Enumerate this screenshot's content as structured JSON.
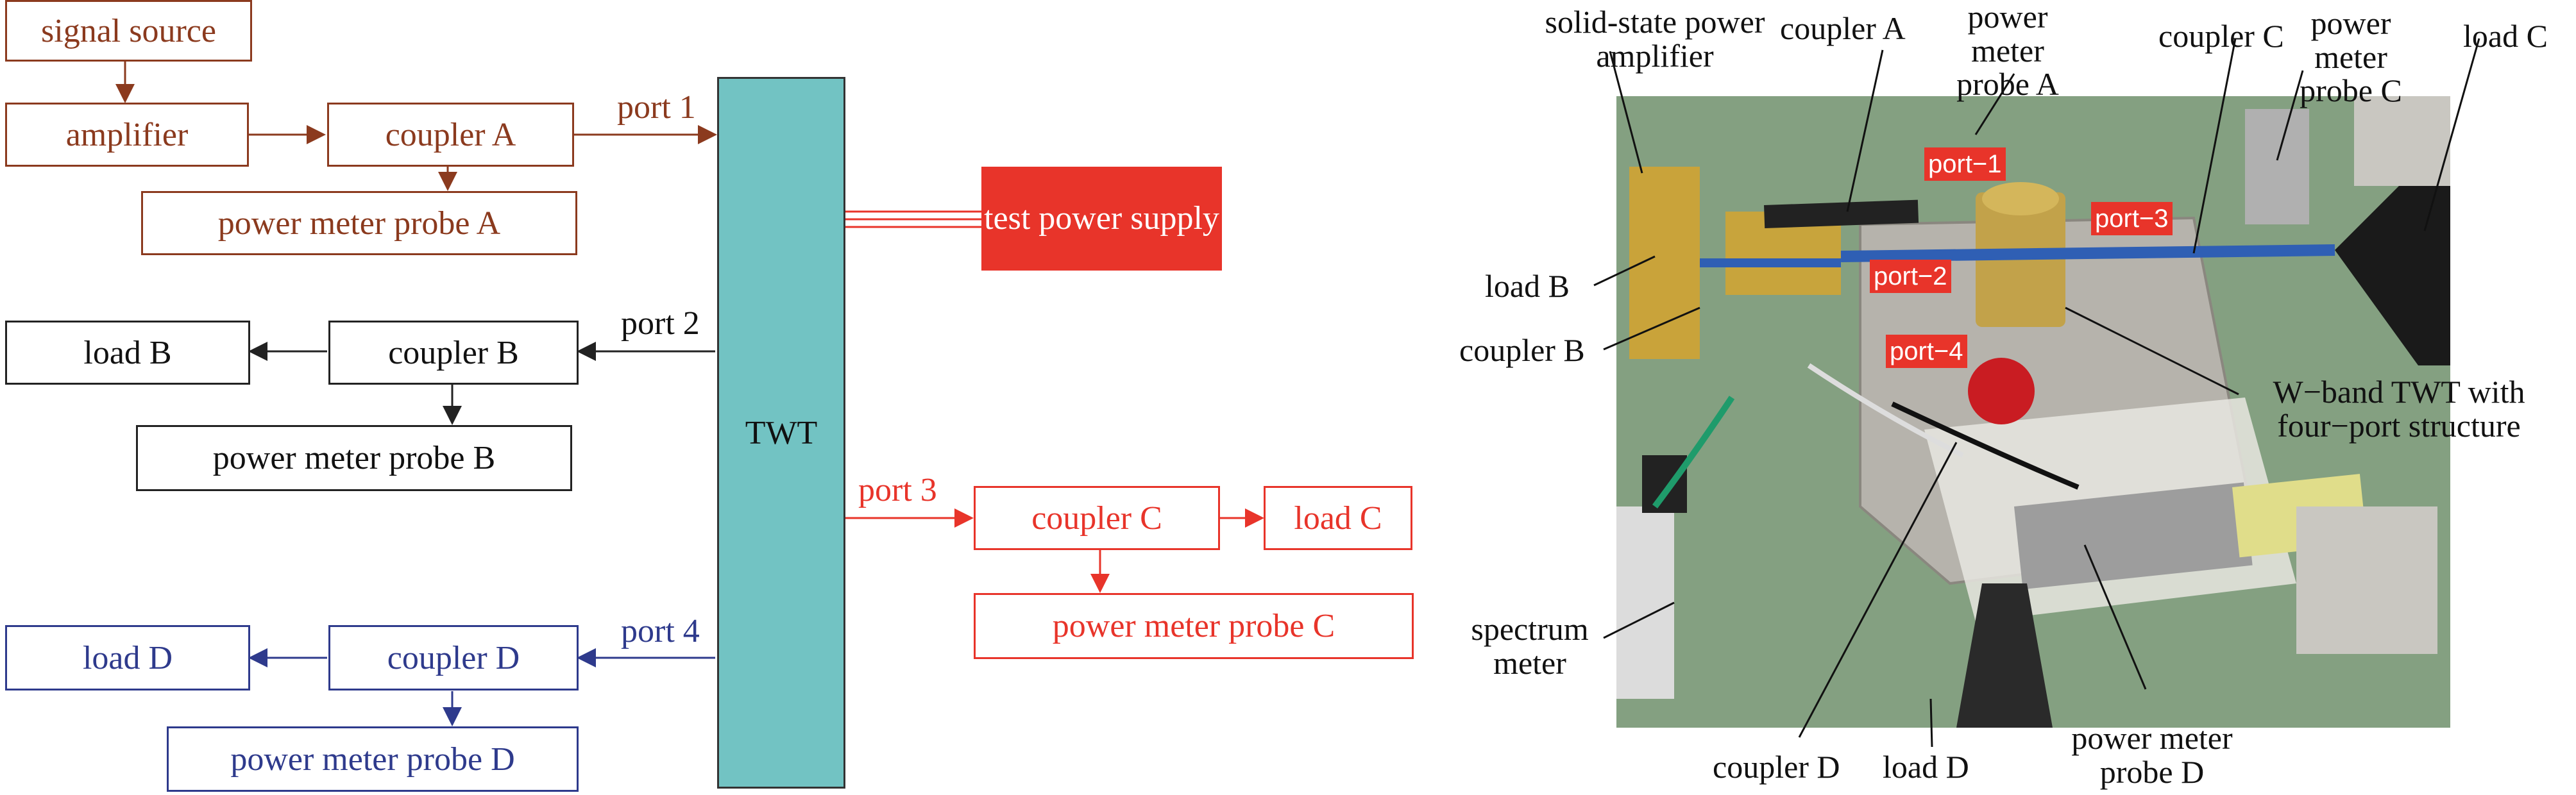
{
  "block_diagram": {
    "signal_source": "signal source",
    "amplifier": "amplifier",
    "coupler_a": "coupler A",
    "probe_a": "power meter probe A",
    "port1": "port 1",
    "twt": "TWT",
    "test_power_supply": "test power supply",
    "port2": "port 2",
    "load_b": "load B",
    "coupler_b": "coupler B",
    "probe_b": "power meter probe B",
    "port3": "port 3",
    "coupler_c": "coupler C",
    "load_c": "load C",
    "probe_c": "power meter probe C",
    "port4": "port 4",
    "load_d": "load D",
    "coupler_d": "coupler D",
    "probe_d": "power meter probe D"
  },
  "photo": {
    "tags": [
      "port−1",
      "port−3",
      "port−2",
      "port−4"
    ],
    "labels": {
      "amplifier": "solid-state power amplifier",
      "coupler_a": "coupler A",
      "probe_a": "power meter probe A",
      "coupler_c": "coupler C",
      "probe_c": "power meter probe C",
      "load_c": "load C",
      "load_b": "load B",
      "coupler_b": "coupler B",
      "twt": "W−band TWT with four−port structure",
      "spectrum": "spectrum meter",
      "coupler_d": "coupler D",
      "load_d": "load D",
      "probe_d": "power meter probe D"
    }
  },
  "colors": {
    "brown": "#8b3a1e",
    "red": "#e8342a",
    "blue": "#2e3a8c",
    "twt": "#72c3c3"
  }
}
